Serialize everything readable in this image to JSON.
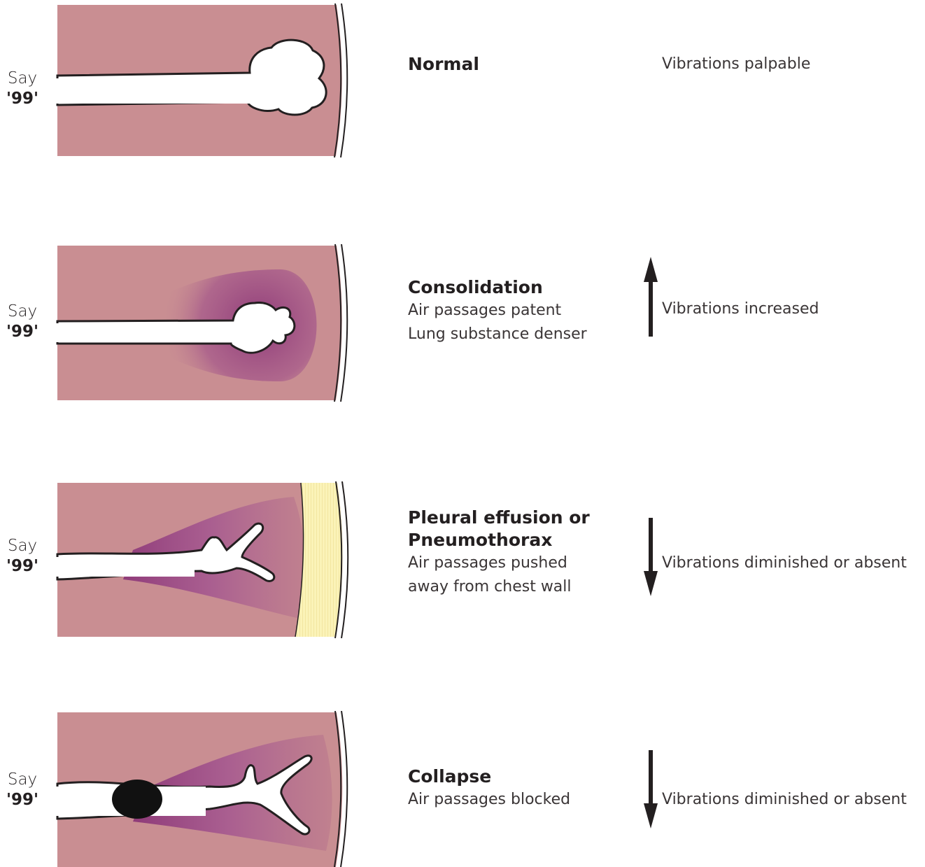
{
  "rows": [
    {
      "say_word": "Say",
      "say_num": "'99'",
      "title": "Normal",
      "lines": [],
      "effect": "Vibrations palpable",
      "arrow": "none"
    },
    {
      "say_word": "Say",
      "say_num": "'99'",
      "title": "Consolidation",
      "lines": [
        "Air passages patent",
        "Lung substance denser"
      ],
      "effect": "Vibrations increased",
      "arrow": "up"
    },
    {
      "say_word": "Say",
      "say_num": "'99'",
      "title": "Pleural effusion or Pneumothorax",
      "title_lines": [
        "Pleural effusion or",
        "Pneumothorax"
      ],
      "lines": [
        "Air passages pushed",
        "away from chest wall"
      ],
      "effect": "Vibrations diminished or absent",
      "arrow": "down"
    },
    {
      "say_word": "Say",
      "say_num": "'99'",
      "title": "Collapse",
      "lines": [
        "Air passages blocked"
      ],
      "effect": "Vibrations diminished or absent",
      "arrow": "down"
    }
  ],
  "colors": {
    "lung": "#c98e92",
    "dense": "#8e3a78",
    "fluid": "#fbf3b8",
    "airway": "#ffffff",
    "outline": "#231f20",
    "block": "#111111"
  }
}
